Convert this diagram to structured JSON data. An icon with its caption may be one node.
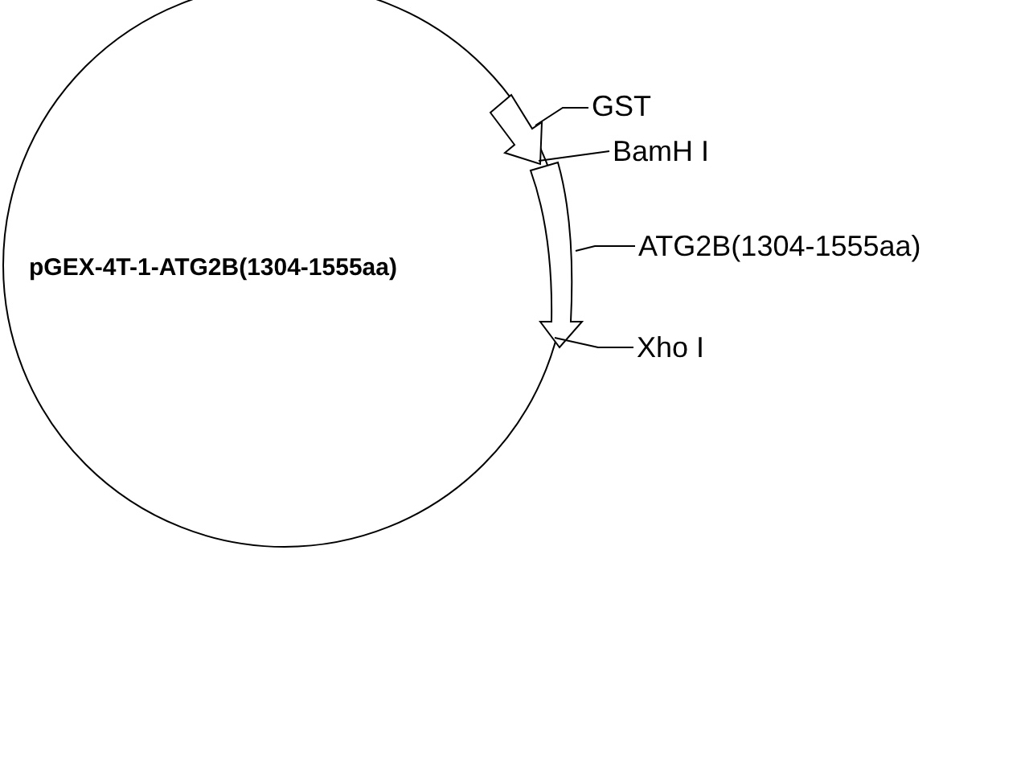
{
  "diagram": {
    "nodes": [
      {
        "text": [
          "pGEX-4T-1-ATG2B(1304-1555aa)"
        ]
      },
      {
        "text": [],
        "shape": "arrow"
      },
      {
        "text": [],
        "shape": "arrow"
      },
      {
        "text": [
          "GST"
        ]
      },
      {
        "text": [
          "BamH I"
        ]
      },
      {
        "text": [
          "ATG2B(1304-1555aa)"
        ]
      },
      {
        "text": [
          "Xho I"
        ]
      }
    ],
    "edges": [
      {
        "from": 3,
        "to": 1,
        "arrow": "none"
      },
      {
        "from": 4,
        "to": 1,
        "arrow": "none"
      },
      {
        "from": 5,
        "to": 2,
        "arrow": "none"
      },
      {
        "from": 6,
        "to": 2,
        "arrow": "none"
      }
    ]
  }
}
